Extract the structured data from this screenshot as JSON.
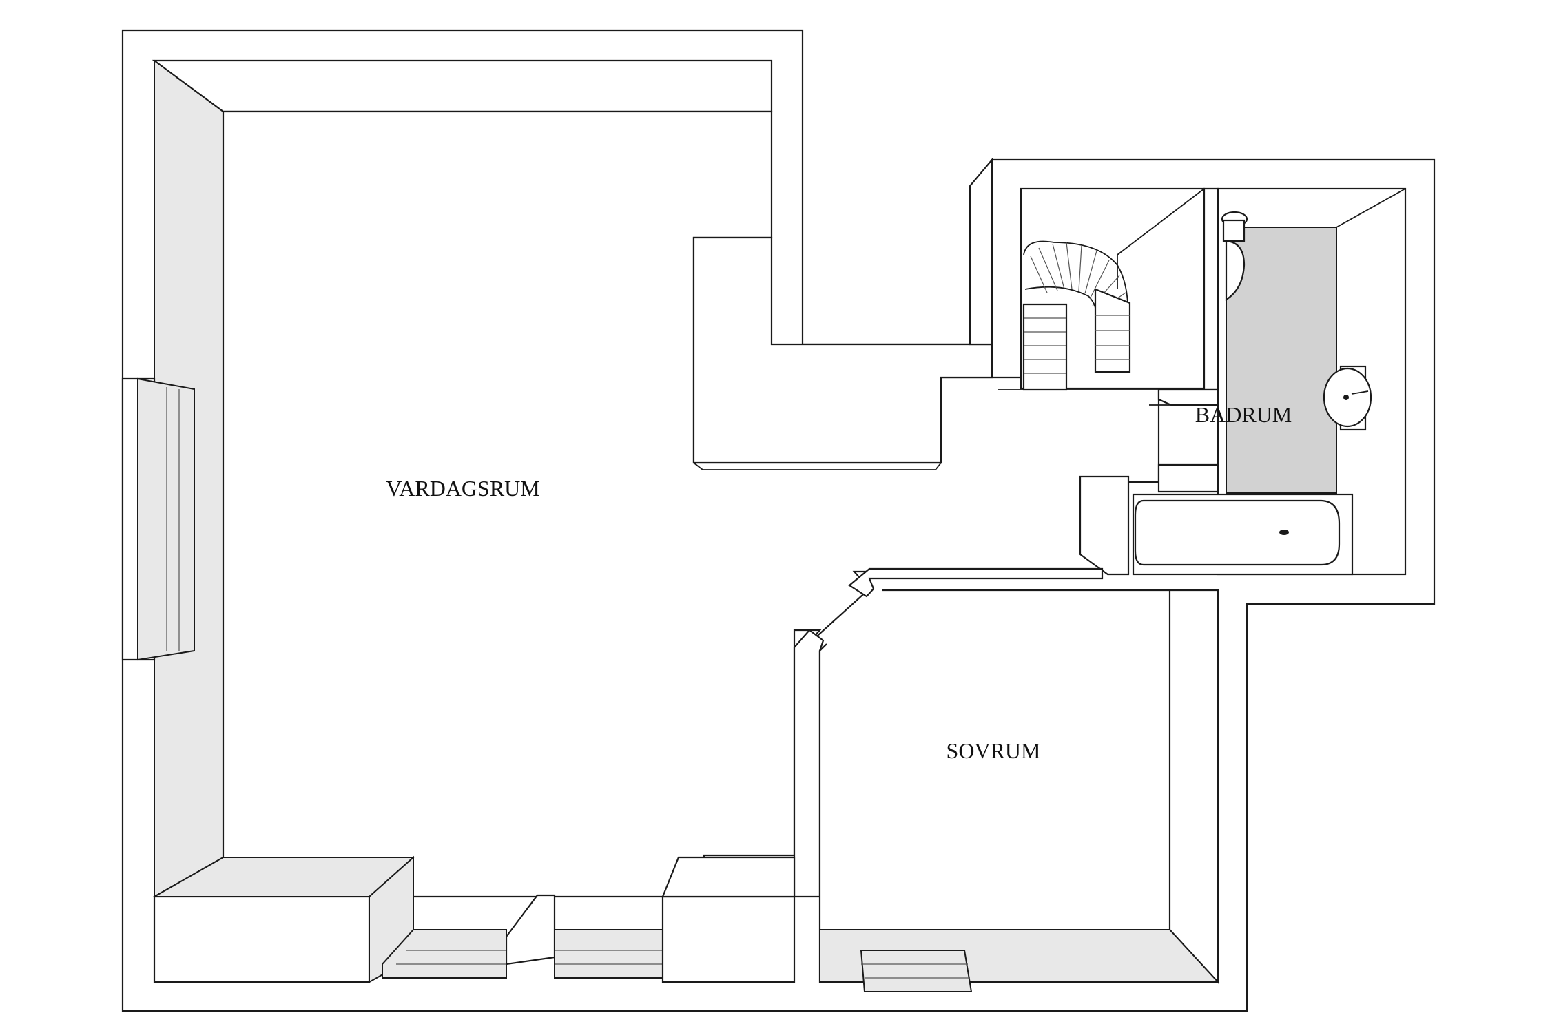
{
  "rooms": {
    "living_room": "VARDAGSRUM",
    "bathroom": "BADRUM",
    "bedroom": "SOVRUM"
  },
  "colors": {
    "wall": "#ffffff",
    "wall_outline": "#1a1a1a",
    "reveal": "#e8e8e8",
    "bathroom_floor": "#d2d2d2"
  }
}
